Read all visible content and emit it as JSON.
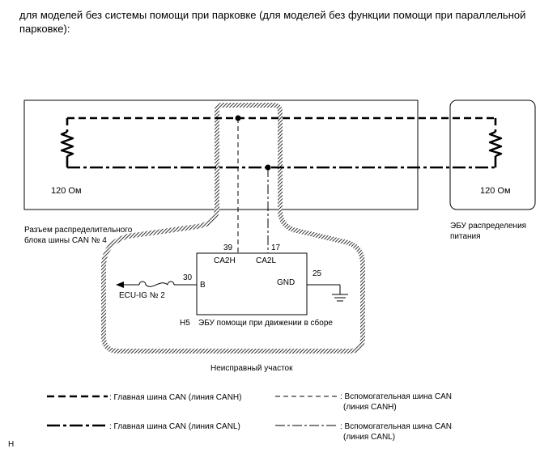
{
  "header": {
    "caption": "для моделей без системы помощи при парковке (для моделей без функции помощи при параллельной парковке):"
  },
  "diagram": {
    "resistor_left_label": "120 Ом",
    "resistor_right_label": "120 Ом",
    "connector_label_line1": "Разъем распределительного",
    "connector_label_line2": "блока шины CAN № 4",
    "power_ecu_label_line1": "ЭБУ распределения",
    "power_ecu_label_line2": "питания",
    "pin_canh_number": "39",
    "pin_canl_number": "17",
    "pin_canh_name": "CA2H",
    "pin_canl_name": "CA2L",
    "pin_b_number": "30",
    "pin_b_name": "B",
    "pin_gnd_number": "25",
    "pin_gnd_name": "GND",
    "ecu_ig_label": "ECU-IG № 2",
    "connector_code": "H5",
    "ecu_label": "ЭБУ помощи при движении в сборе",
    "fault_area_label": "Неисправный участок"
  },
  "legend": {
    "main_canh": ": Главная шина CAN (линия CANH)",
    "main_canl": ": Главная шина CAN (линия CANL)",
    "sub_canh_line1": ": Вспомогательная шина CAN",
    "sub_canh_line2": "(линия CANH)",
    "sub_canl_line1": ": Вспомогательная шина CAN",
    "sub_canl_line2": "(линия CANL)"
  },
  "footer": {
    "code": "H"
  }
}
